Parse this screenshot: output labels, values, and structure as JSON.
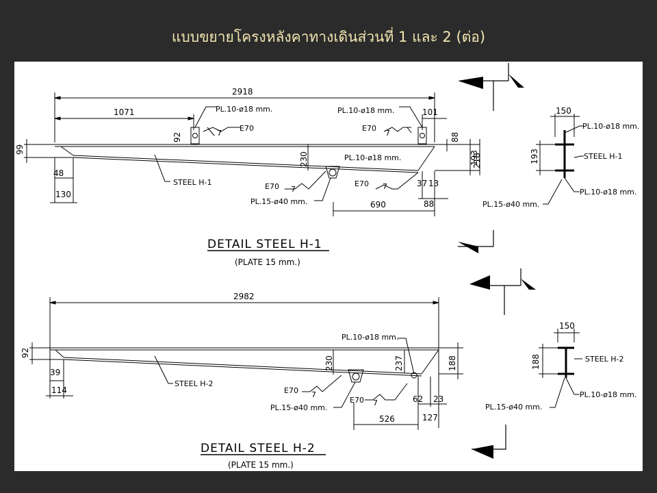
{
  "slide": {
    "title": "แบบขยายโครงหลังคาทางเดินส่วนที่ 1 และ 2 (ต่อ)"
  },
  "h1": {
    "title": "DETAIL STEEL H-1",
    "subtitle": "(PLATE 15 mm.)",
    "dims": {
      "overall": "2918",
      "left_offset": "1071",
      "right_offset": "101",
      "depth_left": "99",
      "plate_h": "92",
      "d48": "48",
      "d130": "130",
      "d230": "230",
      "d88": "88",
      "d193": "193",
      "d218": "218",
      "d37": "37",
      "d13": "13",
      "d690": "690",
      "d88b": "88"
    },
    "labels": {
      "pl_small_left": "PL.10-ø18 mm.",
      "pl_small_right": "PL.10-ø18 mm.",
      "pl_small_mid": "PL.10-ø18 mm.",
      "e70_a": "E70",
      "e70_b": "E70",
      "e70_c": "E70",
      "e70_d": "E70",
      "seven_a": "7",
      "seven_b": "7",
      "seven_c": "7",
      "seven_d": "7",
      "steel": "STEEL H-1",
      "pl_large": "PL.15-ø40 mm."
    },
    "section": {
      "width": "150",
      "height": "193",
      "pl_top": "PL.10-ø18 mm.",
      "steel": "STEEL H-1",
      "pl_bottom": "PL.10-ø18 mm.",
      "pl_large": "PL.15-ø40 mm."
    }
  },
  "h2": {
    "title": "DETAIL STEEL H-2",
    "subtitle": "(PLATE 15 mm.)",
    "dims": {
      "overall": "2982",
      "depth_left": "92",
      "d39": "39",
      "d114": "114",
      "d230": "230",
      "d237": "237",
      "d188": "188",
      "d62": "62",
      "d23": "23",
      "d526": "526",
      "d127": "127"
    },
    "labels": {
      "pl_small": "PL.10-ø18 mm.",
      "e70_a": "E70",
      "e70_b": "E70",
      "seven_a": "7",
      "seven_b": "7",
      "steel": "STEEL H-2",
      "pl_large": "PL.15-ø40 mm."
    },
    "section": {
      "width": "150",
      "height": "188",
      "steel": "STEEL H-2",
      "pl_bottom": "PL.10-ø18 mm.",
      "pl_large": "PL.15-ø40 mm."
    }
  }
}
